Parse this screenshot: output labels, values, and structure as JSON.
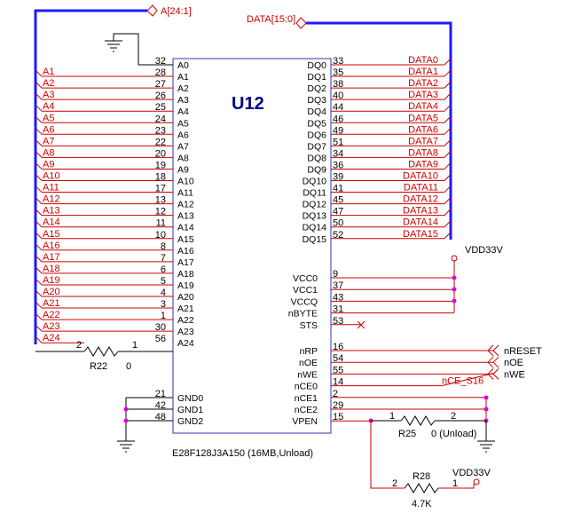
{
  "chip": {
    "ref": "U12",
    "part": "E28F128J3A150 (16MB,Unload)",
    "left_pins": [
      {
        "name": "A0",
        "num": "32",
        "net": ""
      },
      {
        "name": "A1",
        "num": "28",
        "net": "A1"
      },
      {
        "name": "A2",
        "num": "27",
        "net": "A2"
      },
      {
        "name": "A3",
        "num": "26",
        "net": "A3"
      },
      {
        "name": "A4",
        "num": "25",
        "net": "A4"
      },
      {
        "name": "A5",
        "num": "24",
        "net": "A5"
      },
      {
        "name": "A6",
        "num": "23",
        "net": "A6"
      },
      {
        "name": "A7",
        "num": "22",
        "net": "A7"
      },
      {
        "name": "A8",
        "num": "20",
        "net": "A8"
      },
      {
        "name": "A9",
        "num": "19",
        "net": "A9"
      },
      {
        "name": "A10",
        "num": "18",
        "net": "A10"
      },
      {
        "name": "A11",
        "num": "17",
        "net": "A11"
      },
      {
        "name": "A12",
        "num": "13",
        "net": "A12"
      },
      {
        "name": "A13",
        "num": "12",
        "net": "A13"
      },
      {
        "name": "A14",
        "num": "11",
        "net": "A14"
      },
      {
        "name": "A15",
        "num": "10",
        "net": "A15"
      },
      {
        "name": "A16",
        "num": "8",
        "net": "A16"
      },
      {
        "name": "A17",
        "num": "7",
        "net": "A17"
      },
      {
        "name": "A18",
        "num": "6",
        "net": "A18"
      },
      {
        "name": "A19",
        "num": "5",
        "net": "A19"
      },
      {
        "name": "A20",
        "num": "4",
        "net": "A20"
      },
      {
        "name": "A21",
        "num": "3",
        "net": "A21"
      },
      {
        "name": "A22",
        "num": "1",
        "net": "A22"
      },
      {
        "name": "A23",
        "num": "30",
        "net": "A23"
      },
      {
        "name": "A24",
        "num": "56",
        "net": "A24"
      }
    ],
    "gnd_pins": [
      {
        "name": "GND0",
        "num": "21"
      },
      {
        "name": "GND1",
        "num": "42"
      },
      {
        "name": "GND2",
        "num": "48"
      }
    ],
    "right_pins": [
      {
        "name": "DQ0",
        "num": "33",
        "net": "DATA0"
      },
      {
        "name": "DQ1",
        "num": "35",
        "net": "DATA1"
      },
      {
        "name": "DQ2",
        "num": "38",
        "net": "DATA2"
      },
      {
        "name": "DQ3",
        "num": "40",
        "net": "DATA3"
      },
      {
        "name": "DQ4",
        "num": "44",
        "net": "DATA4"
      },
      {
        "name": "DQ5",
        "num": "46",
        "net": "DATA5"
      },
      {
        "name": "DQ6",
        "num": "49",
        "net": "DATA6"
      },
      {
        "name": "DQ7",
        "num": "51",
        "net": "DATA7"
      },
      {
        "name": "DQ8",
        "num": "34",
        "net": "DATA8"
      },
      {
        "name": "DQ9",
        "num": "36",
        "net": "DATA9"
      },
      {
        "name": "DQ10",
        "num": "39",
        "net": "DATA10"
      },
      {
        "name": "DQ11",
        "num": "41",
        "net": "DATA11"
      },
      {
        "name": "DQ12",
        "num": "45",
        "net": "DATA12"
      },
      {
        "name": "DQ13",
        "num": "47",
        "net": "DATA13"
      },
      {
        "name": "DQ14",
        "num": "50",
        "net": "DATA14"
      },
      {
        "name": "DQ15",
        "num": "52",
        "net": "DATA15"
      }
    ],
    "power_pins": [
      {
        "name": "VCC0",
        "num": "9"
      },
      {
        "name": "VCC1",
        "num": "37"
      },
      {
        "name": "VCCQ",
        "num": "43"
      },
      {
        "name": "nBYTE",
        "num": "31"
      },
      {
        "name": "STS",
        "num": "53"
      }
    ],
    "control_pins": [
      {
        "name": "nRP",
        "num": "16",
        "net": "nRESET"
      },
      {
        "name": "nOE",
        "num": "54",
        "net": "nOE"
      },
      {
        "name": "nWE",
        "num": "55",
        "net": "nWE"
      },
      {
        "name": "nCE0",
        "num": "14",
        "net": "nCE_S16"
      },
      {
        "name": "nCE1",
        "num": "2",
        "net": ""
      },
      {
        "name": "nCE2",
        "num": "29",
        "net": ""
      },
      {
        "name": "VPEN",
        "num": "15",
        "net": ""
      }
    ]
  },
  "buses": {
    "address": "A[24:1]",
    "data": "DATA[15:0]"
  },
  "power": {
    "vdd_top": "VDD33V",
    "vdd_bottom": "VDD33V"
  },
  "resistors": {
    "r22": {
      "ref": "R22",
      "value": "0",
      "pin1": "1",
      "pin2": "2"
    },
    "r25": {
      "ref": "R25",
      "value": "0 (Unload)",
      "pin1": "1",
      "pin2": "2"
    },
    "r28": {
      "ref": "R28",
      "value": "4.7K",
      "pin1": "1",
      "pin2": "2"
    }
  },
  "colors": {
    "wire": "#cc0000",
    "bus": "#1a1aff",
    "junction": "#e000e0",
    "chip_outline": "#3333aa"
  }
}
